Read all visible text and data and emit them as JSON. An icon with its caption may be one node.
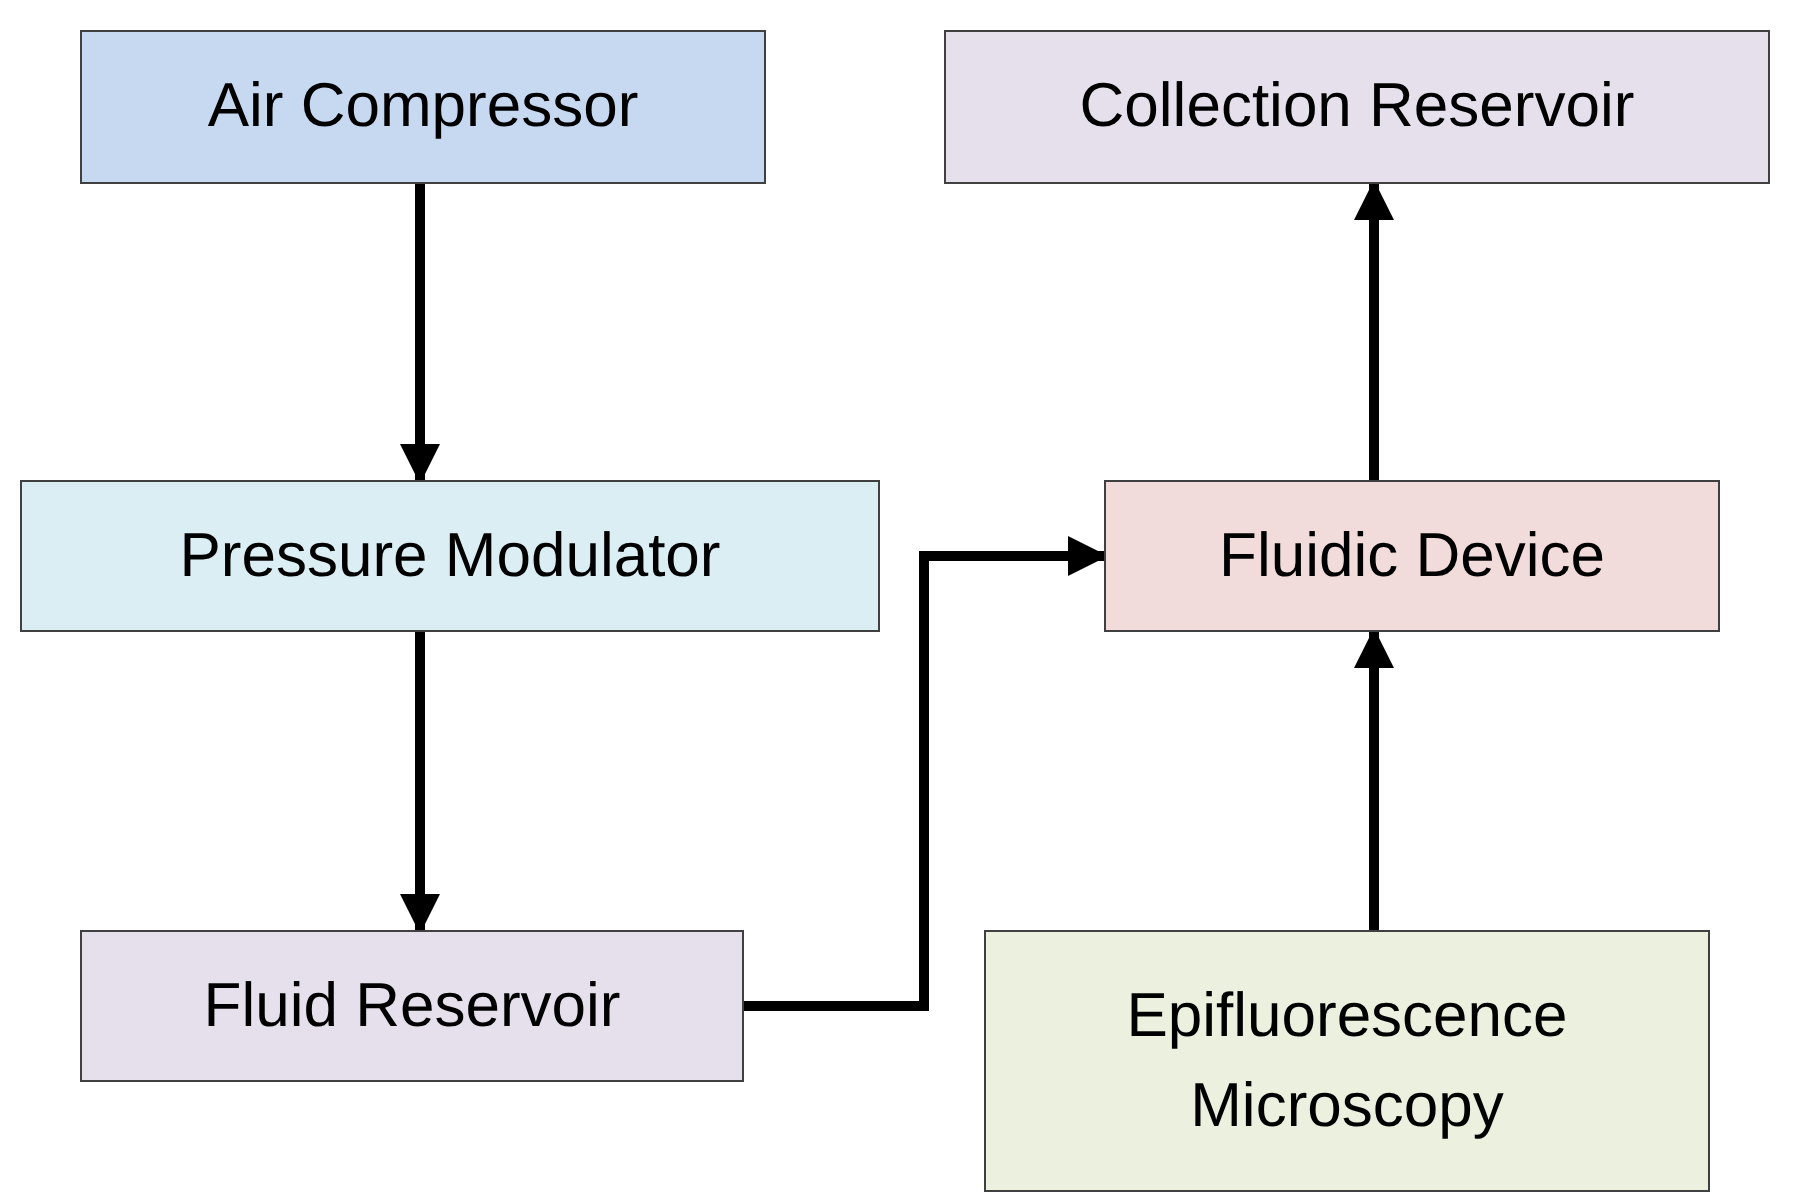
{
  "diagram": {
    "nodes": [
      {
        "text": [
          "Air Compressor"
        ]
      },
      {
        "text": [
          "Pressure Modulator"
        ]
      },
      {
        "text": [
          "Fluid Reservoir"
        ]
      },
      {
        "text": [
          "Collection Reservoir"
        ]
      },
      {
        "text": [
          "Fluidic Device"
        ]
      },
      {
        "text": [
          "Epifluorescence Microscopy"
        ]
      }
    ],
    "edges": [
      {
        "from": 0,
        "to": 1,
        "arrow": "to"
      },
      {
        "from": 1,
        "to": 2,
        "arrow": "to"
      },
      {
        "from": 2,
        "to": 4,
        "arrow": "to"
      },
      {
        "from": 5,
        "to": 4,
        "arrow": "to"
      },
      {
        "from": 4,
        "to": 3,
        "arrow": "to"
      }
    ]
  }
}
